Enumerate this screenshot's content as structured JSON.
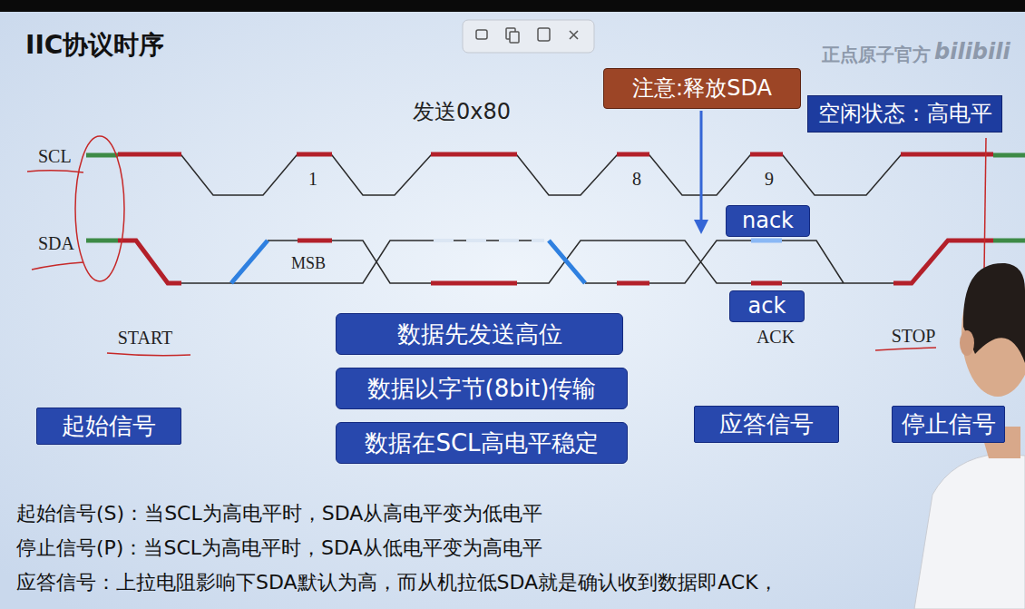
{
  "diagram": {
    "title": "IIC协议时序",
    "nodes": [
      {
        "text": [
          "注意:释放SDA"
        ]
      },
      {
        "text": [
          "空闲状态：高电平"
        ]
      },
      {
        "text": [
          "nack"
        ]
      },
      {
        "text": [
          "ack"
        ]
      },
      {
        "text": [
          "数据先发送高位"
        ]
      },
      {
        "text": [
          "数据以字节(8bit)传输"
        ]
      },
      {
        "text": [
          "数据在SCL高电平稳定"
        ]
      },
      {
        "text": [
          "起始信号"
        ]
      },
      {
        "text": [
          "应答信号"
        ]
      },
      {
        "text": [
          "停止信号"
        ]
      }
    ],
    "labels": [
      "正点原子官方",
      "bilibili",
      "发送0x80",
      "SCL",
      "SDA",
      "1",
      "8",
      "9",
      "MSB",
      "START",
      "ACK",
      "STOP",
      "起始信号(S)：当SCL为高电平时，SDA从高电平变为低电平",
      "停止信号(P)：当SCL为高电平时，SDA从低电平变为高电平",
      "应答信号：上拉电阻影响下SDA默认为高，而从机拉低SDA就是确认收到数据即ACK，"
    ]
  }
}
